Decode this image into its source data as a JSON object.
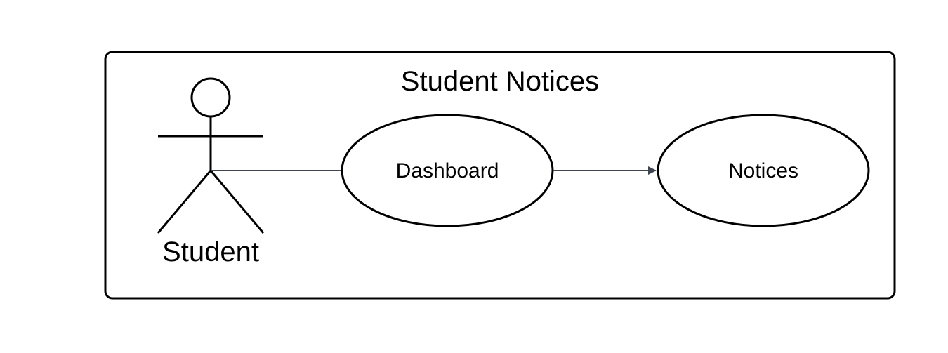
{
  "diagram": {
    "type": "use-case",
    "system": {
      "title": "Student Notices"
    },
    "actors": [
      {
        "id": "student",
        "label": "Student"
      }
    ],
    "use_cases": [
      {
        "id": "dashboard",
        "label": "Dashboard"
      },
      {
        "id": "notices",
        "label": "Notices"
      }
    ],
    "connections": [
      {
        "from": "student",
        "to": "dashboard",
        "style": "association"
      },
      {
        "from": "dashboard",
        "to": "notices",
        "style": "directed-arrow"
      }
    ],
    "colors": {
      "line": "#000000",
      "connector": "#3f4650",
      "background": "#ffffff"
    }
  }
}
